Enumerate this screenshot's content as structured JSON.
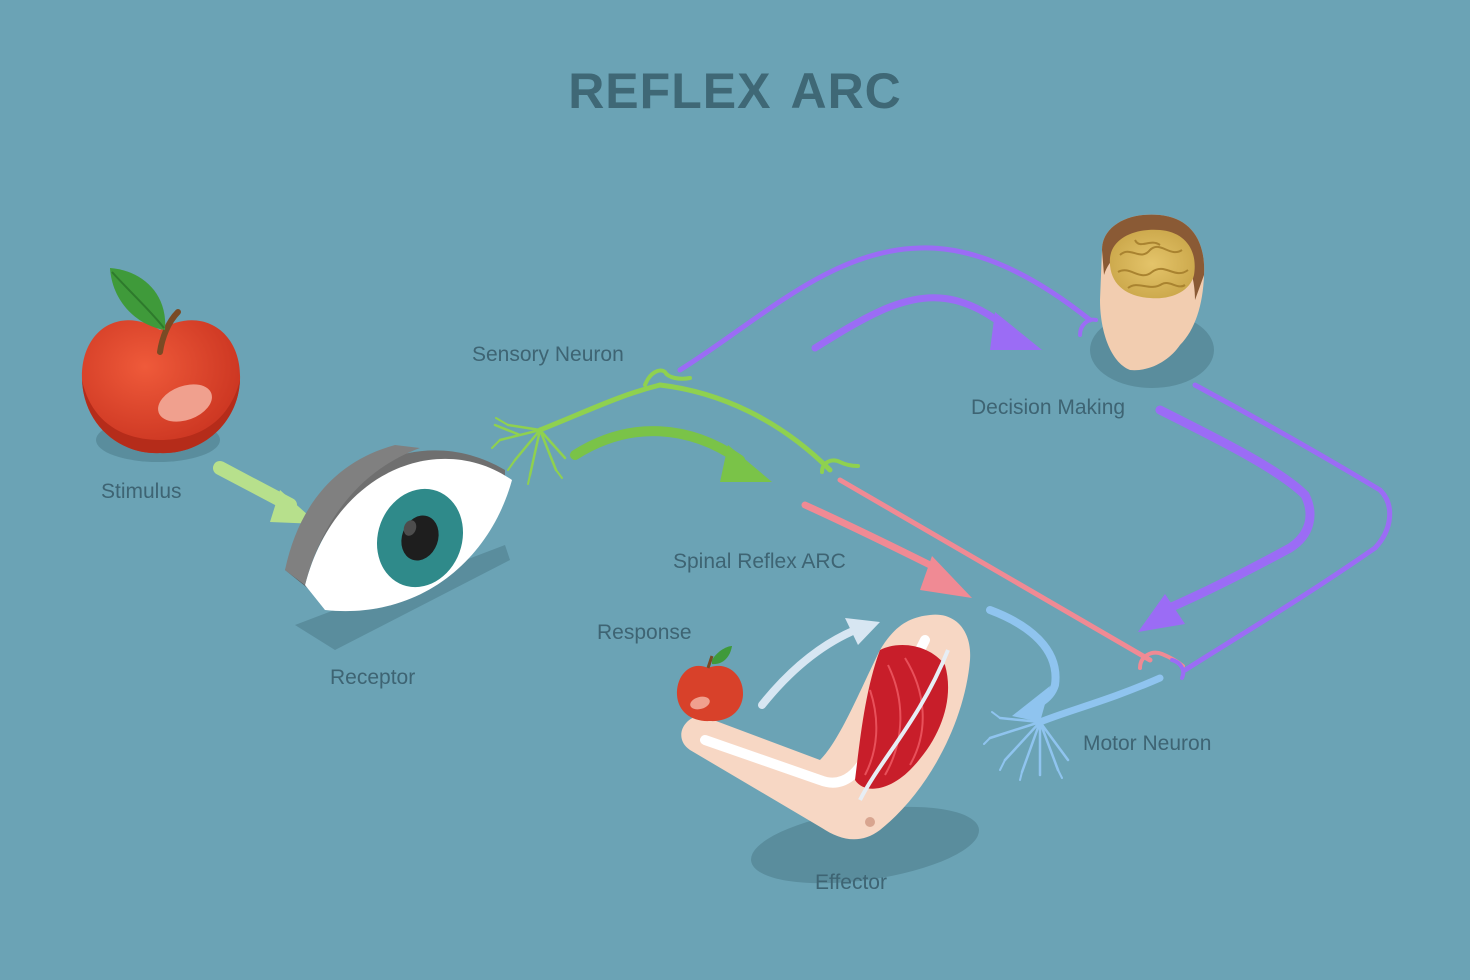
{
  "title": "REFLEX ARC",
  "labels": {
    "stimulus": "Stimulus",
    "receptor": "Receptor",
    "sensory_neuron": "Sensory Neuron",
    "decision_making": "Decision Making",
    "spinal_reflex_arc": "Spinal Reflex ARC",
    "response": "Response",
    "motor_neuron": "Motor Neuron",
    "effector": "Effector"
  },
  "colors": {
    "background": "#6ba3b5",
    "title": "#3f6876",
    "label": "#3e6473",
    "sensory": "#8fd14f",
    "decision": "#9b6cf5",
    "reflex": "#f08a94",
    "motor": "#8fc4ef",
    "apple": "#d8412a",
    "eye_iris": "#2f8a8a",
    "muscle": "#c81e2a"
  }
}
